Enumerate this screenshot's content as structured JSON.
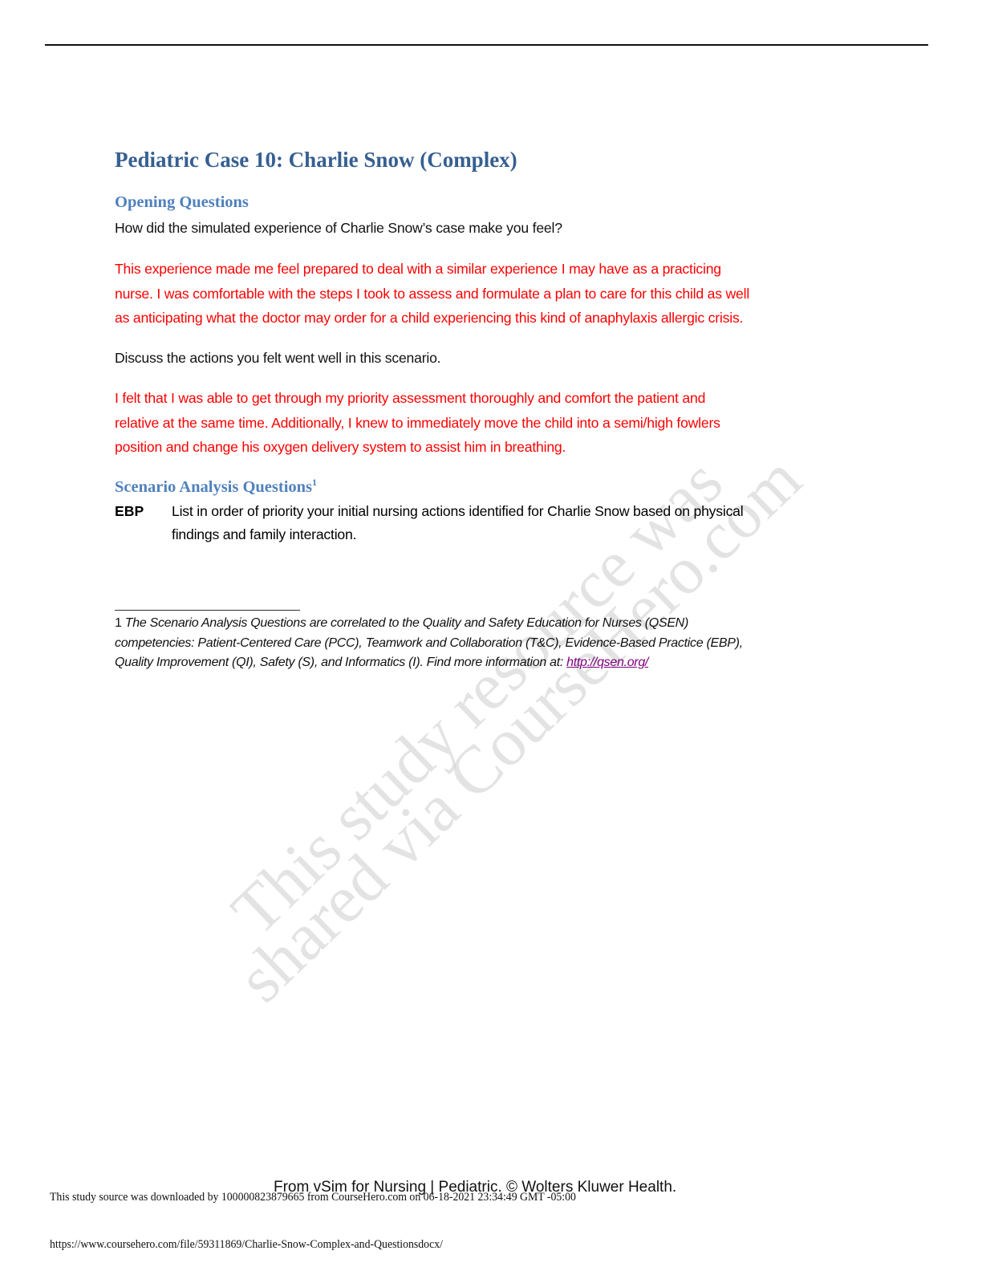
{
  "title": "Pediatric Case 10: Charlie Snow (Complex)",
  "opening": {
    "heading": "Opening Questions",
    "q1": "How did the simulated experience of Charlie Snow’s case make you feel?",
    "a1": [
      "This experience made me feel prepared to deal with a similar experience I may have as a practicing",
      "nurse. I was comfortable with the steps I took to assess and formulate a plan to care for this child as well",
      "as anticipating what the doctor may order for a child experiencing this kind of anaphylaxis allergic crisis."
    ],
    "q2": "Discuss the actions you felt went well in this scenario.",
    "a2": [
      "I felt that I was able to get through my priority assessment thoroughly and comfort the patient and",
      "relative at the same time. Additionally, I knew to immediately move the child into a semi/high fowlers",
      "position and change his oxygen delivery system to assist him in breathing."
    ]
  },
  "scenario": {
    "heading": "Scenario Analysis Questions",
    "footnote_ref": "1",
    "ebp_tag": "EBP",
    "ebp_text": [
      "List in order of priority your initial nursing actions identified for Charlie Snow based on physical",
      "findings and family interaction."
    ]
  },
  "footnote": {
    "num": "1",
    "lines": [
      "The Scenario Analysis Questions are correlated to the Quality and Safety Education for Nurses (QSEN)",
      "competencies: Patient-Centered Care (PCC), Teamwork and Collaboration (T&C), Evidence-Based Practice (EBP),",
      "Quality Improvement (QI), Safety (S), and Informatics (I). Find more information at: "
    ],
    "link": "http://qsen.org/"
  },
  "watermark": {
    "line1": "This study resource was",
    "line2": "shared via CourseHero.com"
  },
  "footer": {
    "copyright": "From vSim for Nursing | Pediatric. © Wolters Kluwer Health.",
    "download_note": "This study source was downloaded by 100000823879665 from CourseHero.com on 06-18-2021 23:34:49 GMT -05:00",
    "url": "https://www.coursehero.com/file/59311869/Charlie-Snow-Complex-and-Questionsdocx/"
  },
  "colors": {
    "title": "#365f91",
    "heading": "#4f81bd",
    "answer": "#ff0000",
    "link": "#800080"
  }
}
